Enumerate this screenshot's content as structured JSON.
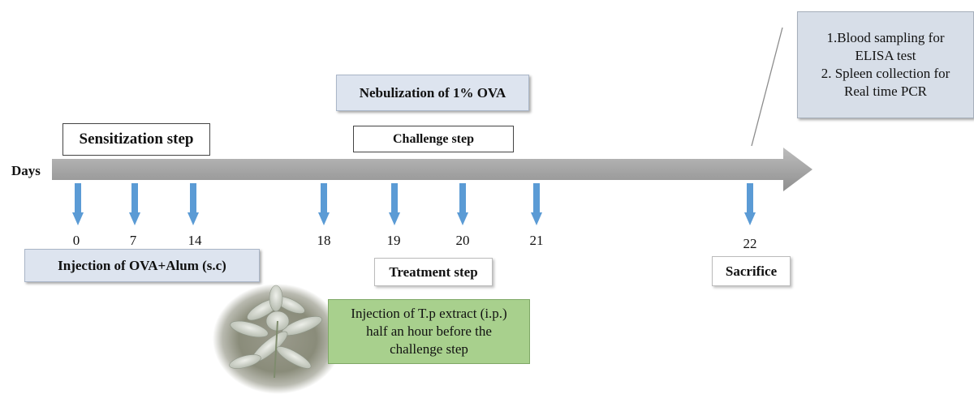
{
  "axis_label": "Days",
  "days": [
    "0",
    "7",
    "14",
    "18",
    "19",
    "20",
    "21",
    "22"
  ],
  "boxes": {
    "sensitization": "Sensitization step",
    "injection_ova": "Injection of OVA+Alum (s.c)",
    "nebulization": "Nebulization of 1% OVA",
    "challenge": "Challenge step",
    "treatment": "Treatment step",
    "injection_tp": [
      "Injection of T.p extract (i.p.)",
      "half an hour before the",
      "challenge  step"
    ],
    "sacrifice": "Sacrifice",
    "final": [
      "1.Blood sampling for",
      "ELISA test",
      "2. Spleen collection for",
      "Real time PCR"
    ]
  },
  "colors": {
    "timeline": "#a6a6a6",
    "day_arrow": "#5b9bd5",
    "blue_box": "#dde4ef",
    "green_box": "#a8d08d"
  }
}
